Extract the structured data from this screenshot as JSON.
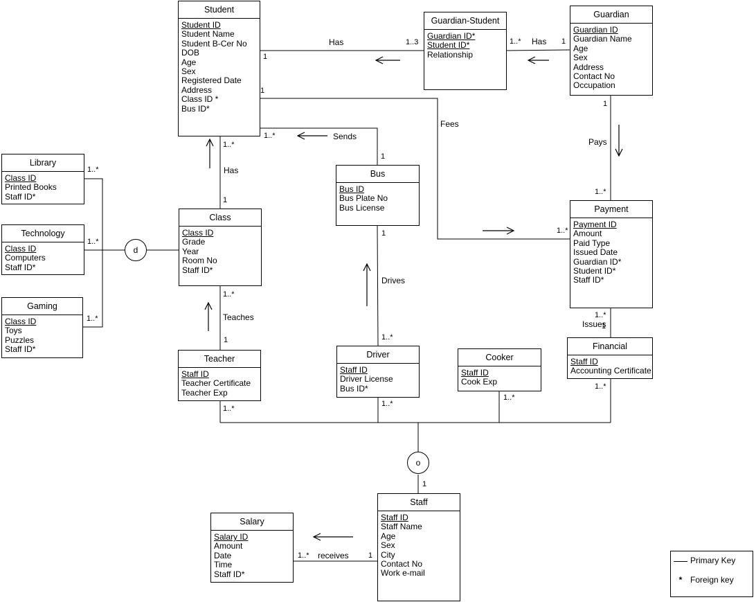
{
  "entities": {
    "student": {
      "title": "Student",
      "attrs": [
        {
          "text": "Student ID",
          "pk": true
        },
        {
          "text": "Student Name"
        },
        {
          "text": "Student B-Cer No"
        },
        {
          "text": "DOB"
        },
        {
          "text": "Age"
        },
        {
          "text": "Sex"
        },
        {
          "text": "Registered Date"
        },
        {
          "text": "Address"
        },
        {
          "text": "Class ID *"
        },
        {
          "text": "Bus ID*"
        }
      ]
    },
    "guardian_student": {
      "title": "Guardian-Student",
      "attrs": [
        {
          "text": "Guardian ID*",
          "pk": true
        },
        {
          "text": "Student ID*",
          "pk": true
        },
        {
          "text": "Relationship"
        }
      ]
    },
    "guardian": {
      "title": "Guardian",
      "attrs": [
        {
          "text": "Guardian ID",
          "pk": true
        },
        {
          "text": "Guardian Name"
        },
        {
          "text": "Age"
        },
        {
          "text": "Sex"
        },
        {
          "text": "Address"
        },
        {
          "text": "Contact No"
        },
        {
          "text": "Occupation"
        }
      ]
    },
    "library": {
      "title": "Library",
      "attrs": [
        {
          "text": "Class ID",
          "pk": true
        },
        {
          "text": "Printed Books"
        },
        {
          "text": "Staff ID*"
        }
      ]
    },
    "technology": {
      "title": "Technology",
      "attrs": [
        {
          "text": "Class ID",
          "pk": true
        },
        {
          "text": "Computers"
        },
        {
          "text": "Staff ID*"
        }
      ]
    },
    "gaming": {
      "title": "Gaming",
      "attrs": [
        {
          "text": "Class ID",
          "pk": true
        },
        {
          "text": "Toys"
        },
        {
          "text": "Puzzles"
        },
        {
          "text": "Staff ID*"
        }
      ]
    },
    "class": {
      "title": "Class",
      "attrs": [
        {
          "text": "Class ID",
          "pk": true
        },
        {
          "text": "Grade"
        },
        {
          "text": "Year"
        },
        {
          "text": "Room No"
        },
        {
          "text": "Staff ID*"
        }
      ]
    },
    "bus": {
      "title": "Bus",
      "attrs": [
        {
          "text": "Bus ID",
          "pk": true
        },
        {
          "text": "Bus Plate No"
        },
        {
          "text": "Bus License"
        }
      ]
    },
    "payment": {
      "title": "Payment",
      "attrs": [
        {
          "text": "Payment ID",
          "pk": true
        },
        {
          "text": "Amount"
        },
        {
          "text": "Paid Type"
        },
        {
          "text": "Issued Date"
        },
        {
          "text": "Guardian ID*"
        },
        {
          "text": "Student ID*"
        },
        {
          "text": "Staff ID*"
        }
      ]
    },
    "teacher": {
      "title": "Teacher",
      "attrs": [
        {
          "text": "Staff ID",
          "pk": true
        },
        {
          "text": "Teacher Certificate"
        },
        {
          "text": "Teacher Exp"
        }
      ]
    },
    "driver": {
      "title": "Driver",
      "attrs": [
        {
          "text": "Staff ID",
          "pk": true
        },
        {
          "text": "Driver License"
        },
        {
          "text": "Bus ID*"
        }
      ]
    },
    "cooker": {
      "title": "Cooker",
      "attrs": [
        {
          "text": "Staff ID",
          "pk": true
        },
        {
          "text": "Cook Exp"
        }
      ]
    },
    "financial": {
      "title": "Financial",
      "attrs": [
        {
          "text": "Staff ID",
          "pk": true
        },
        {
          "text": "Accounting Certificate"
        }
      ]
    },
    "salary": {
      "title": "Salary",
      "attrs": [
        {
          "text": "Salary ID",
          "pk": true
        },
        {
          "text": "Amount"
        },
        {
          "text": "Date"
        },
        {
          "text": "Time"
        },
        {
          "text": "Staff ID*"
        }
      ]
    },
    "staff": {
      "title": "Staff",
      "attrs": [
        {
          "text": "Staff ID",
          "pk": true
        },
        {
          "text": "Staff Name"
        },
        {
          "text": "Age"
        },
        {
          "text": "Sex"
        },
        {
          "text": "City"
        },
        {
          "text": "Contact No"
        },
        {
          "text": "Work e-mail"
        }
      ]
    }
  },
  "relationships": {
    "has_student": "Has",
    "has_guardian": "Has",
    "fees": "Fees",
    "pays": "Pays",
    "sends": "Sends",
    "has_class": "Has",
    "drives": "Drives",
    "teaches": "Teaches",
    "issues": "Issues",
    "receives": "receives"
  },
  "cardinalities": {
    "student_gs_student": "1",
    "student_gs_gs": "1..3",
    "guardian_gs_gs": "1..*",
    "guardian_gs_guardian": "1",
    "student_fees": "1",
    "student_sends": "1..*",
    "bus_sends": "1",
    "student_class": "1..*",
    "class_student": "1",
    "guardian_pays": "1",
    "payment_pays": "1..*",
    "payment_fees": "1..*",
    "library": "1..*",
    "technology": "1..*",
    "gaming": "1..*",
    "class_teaches": "1..*",
    "teacher_teaches": "1",
    "bus_drives": "1",
    "driver_drives": "1..*",
    "payment_issues": "1..*",
    "financial_issues": "1",
    "teacher_staff": "1..*",
    "driver_staff": "1..*",
    "cooker_staff": "1..*",
    "financial_staff": "1..*",
    "staff_gen": "1",
    "salary_receives": "1..*",
    "staff_receives": "1"
  },
  "specializations": {
    "class_disjoint": "d",
    "staff_overlap": "o"
  },
  "legend": {
    "primary_key": "Primary Key",
    "foreign_key": "Foreign  key",
    "foreign_symbol": "*"
  }
}
